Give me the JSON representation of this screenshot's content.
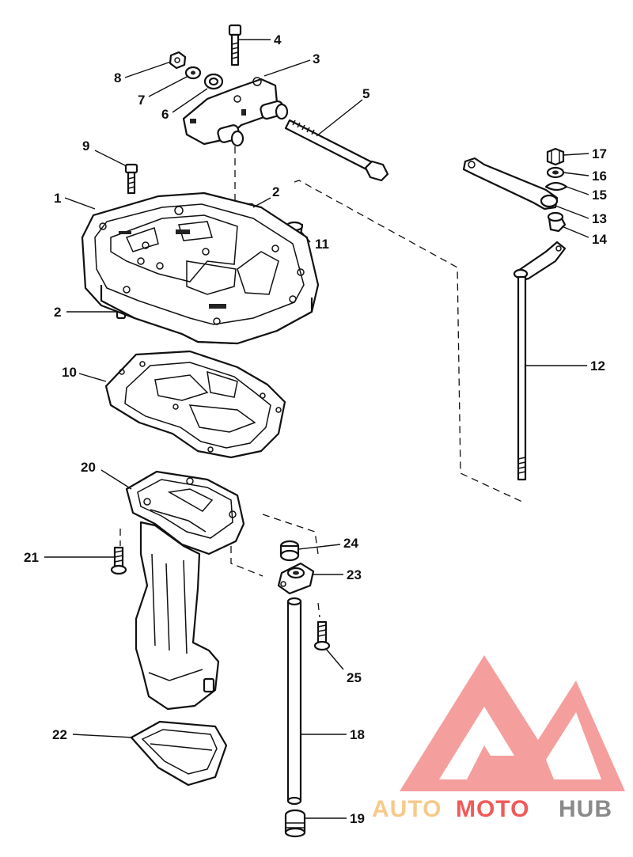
{
  "callouts": {
    "c1": "1",
    "c2a": "2",
    "c2b": "2",
    "c3": "3",
    "c4": "4",
    "c5": "5",
    "c6": "6",
    "c7": "7",
    "c8": "8",
    "c9": "9",
    "c10": "10",
    "c11": "11",
    "c12": "12",
    "c13": "13",
    "c14": "14",
    "c15": "15",
    "c16": "16",
    "c17": "17",
    "c18": "18",
    "c19": "19",
    "c20": "20",
    "c21": "21",
    "c22": "22",
    "c23": "23",
    "c24": "24",
    "c25": "25"
  },
  "watermark": {
    "part1": "AUTO",
    "part2": "MOTO",
    "part3": "HUB",
    "color_light": "#f7c98a",
    "color_red": "#f05a5a",
    "color_gray": "#8a8a8a"
  },
  "colors": {
    "line": "#111111",
    "background": "#ffffff"
  }
}
